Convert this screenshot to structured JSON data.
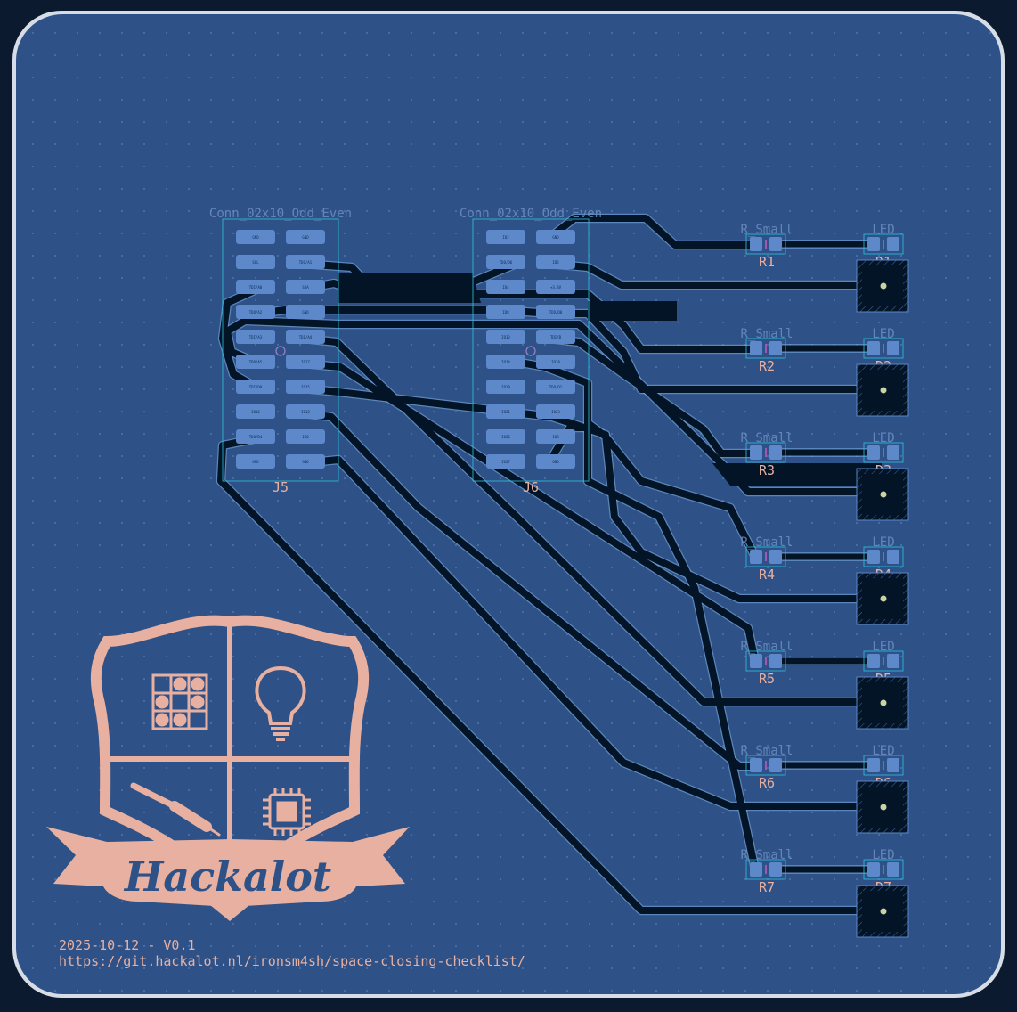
{
  "colors": {
    "board": "#2e5287",
    "background": "#0b1a2e",
    "outline": "#d7dde6",
    "silkscreen": "#e8b0a0",
    "pad": "#5d88c9",
    "copper_trace": "#031426",
    "courtyard": "#2fc2e0"
  },
  "connectors": [
    {
      "ref": "J5",
      "value": "Conn_02x10_Odd_Even",
      "pins": [
        [
          "GND",
          "GND"
        ],
        [
          "SCL",
          "TDO/A1"
        ],
        [
          "TDI/A0",
          "SDA"
        ],
        [
          "TDO/A2",
          "GND"
        ],
        [
          "TDI/A3",
          "TDI/A4"
        ],
        [
          "TDO/A5",
          "IO17"
        ],
        [
          "TDI/D0",
          "IO15"
        ],
        [
          "IO16",
          "IO12"
        ],
        [
          "TDO/D4",
          "IO0"
        ],
        [
          "GND",
          "GND"
        ]
      ]
    },
    {
      "ref": "J6",
      "value": "Conn_02x10_Odd_Even",
      "pins": [
        [
          "IO2",
          "GND"
        ],
        [
          "TDO/D6",
          "IO5"
        ],
        [
          "IO4",
          "+3.3V"
        ],
        [
          "IO8",
          "TDO/D8"
        ],
        [
          "IO13",
          "TDI/B"
        ],
        [
          "IO14",
          "IO18"
        ],
        [
          "IO19",
          "TDO/D1"
        ],
        [
          "IO21",
          "IO23"
        ],
        [
          "IO26",
          "IO8"
        ],
        [
          "IO27",
          "GND"
        ]
      ]
    }
  ],
  "channels": [
    {
      "resistor_ref": "R1",
      "resistor_value": "R_Small",
      "led_ref": "D1",
      "led_value": "LED"
    },
    {
      "resistor_ref": "R2",
      "resistor_value": "R_Small",
      "led_ref": "D2",
      "led_value": "LED"
    },
    {
      "resistor_ref": "R3",
      "resistor_value": "R_Small",
      "led_ref": "D3",
      "led_value": "LED"
    },
    {
      "resistor_ref": "R4",
      "resistor_value": "R_Small",
      "led_ref": "D4",
      "led_value": "LED"
    },
    {
      "resistor_ref": "R5",
      "resistor_value": "R_Small",
      "led_ref": "D5",
      "led_value": "LED"
    },
    {
      "resistor_ref": "R6",
      "resistor_value": "R_Small",
      "led_ref": "D6",
      "led_value": "LED"
    },
    {
      "resistor_ref": "R7",
      "resistor_value": "R_Small",
      "led_ref": "D7",
      "led_value": "LED"
    }
  ],
  "logo": {
    "text": "Hackalot",
    "icons": [
      "grid-circles-icon",
      "lightbulb-icon",
      "soldering-iron-icon",
      "chip-icon"
    ]
  },
  "footer": {
    "date_version": "2025-10-12 - V0.1",
    "url": "https://git.hackalot.nl/ironsm4sh/space-closing-checklist/"
  }
}
